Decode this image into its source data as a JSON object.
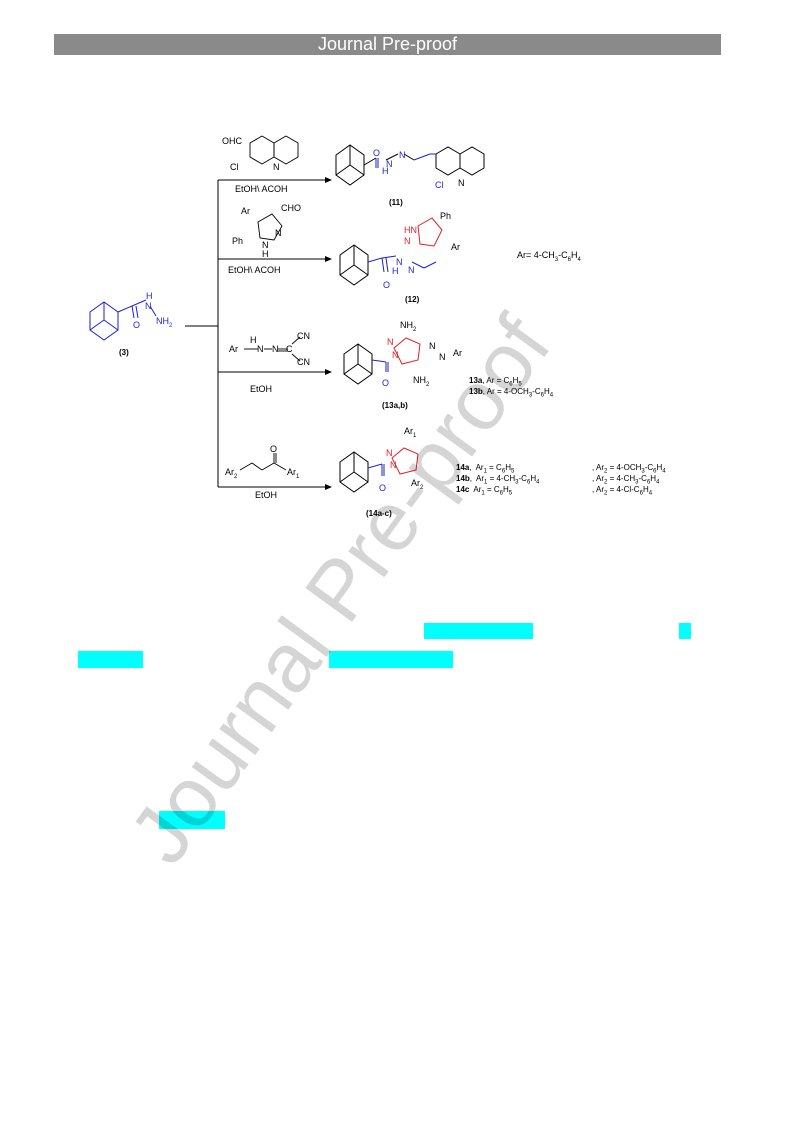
{
  "header": {
    "banner": "Journal Pre-proof"
  },
  "watermark": "Journal Pre-proof",
  "scheme": {
    "reagents": {
      "r1_top": "OHC",
      "r1_cl": "Cl",
      "r1_n": "N",
      "r1_cond": "EtOH\\ ACOH",
      "r2_ar": "Ar",
      "r2_cho": "CHO",
      "r2_ph": "Ph",
      "r2_n": "N",
      "r2_nh": "N",
      "r2_h": "H",
      "r2_cond": "EtOH\\ ACOH",
      "r3_ar": "Ar",
      "r3_h": "H",
      "r3_n1": "N",
      "r3_n2": "N",
      "r3_c": "C",
      "r3_cn1": "CN",
      "r3_cn2": "CN",
      "r3_cond": "EtOH",
      "r4_ar2": "Ar",
      "r4_ar1": "Ar",
      "r4_o": "O",
      "r4_cond": "EtOH"
    },
    "start": {
      "h": "H",
      "n1": "N",
      "nh2": "NH",
      "o": "O",
      "label": "(3)"
    },
    "p11": {
      "o": "O",
      "h": "H",
      "n1": "N",
      "n2": "N",
      "cl": "Cl",
      "n3": "N",
      "label": "(11)"
    },
    "p12": {
      "ph": "Ph",
      "hn": "HN",
      "n": "N",
      "ar": "Ar",
      "h": "H",
      "n1": "N",
      "n2": "N",
      "o": "O",
      "label": "(12)",
      "def": "Ar= 4-CH",
      "def2": "-C",
      "def3": "H"
    },
    "p13": {
      "nh2a": "NH",
      "n1": "N",
      "n2": "N",
      "azo1": "N",
      "azo2": "N",
      "ar": "Ar",
      "nh2b": "NH",
      "o": "O",
      "label": "(13a,b)",
      "ka": "13a",
      "va": ", Ar = C",
      "kb": "13b",
      "vb": ", Ar = 4-OCH",
      "vb2": "-C"
    },
    "p14": {
      "ar1": "Ar",
      "n1": "N",
      "n2": "N",
      "ar2": "Ar",
      "o": "O",
      "label": "(14a-c)",
      "rows": [
        {
          "k": "14a",
          "a1": "Ar",
          "a1v": " = C",
          "a2": ", Ar",
          "a2v": " = 4-OCH",
          "a2v2": "-C"
        },
        {
          "k": "14b",
          "a1": "Ar",
          "a1v": " = 4-CH",
          "a1v2": "-C",
          "a2": ", Ar",
          "a2v": " = 4-CH",
          "a2v2": "-C"
        },
        {
          "k": "14c",
          "a1": "Ar",
          "a1v": " = C",
          "a2": ", Ar",
          "a2v": " = 4-Cl-C"
        }
      ]
    }
  },
  "colors": {
    "banner_bg": "#8a8a8a",
    "highlight": "#00ffff",
    "blue": "#1f1fd6",
    "red": "#e0202a"
  }
}
